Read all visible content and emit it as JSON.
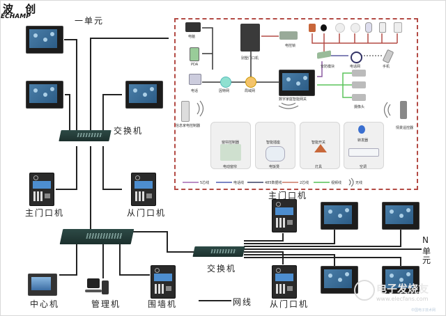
{
  "brand": {
    "name_cn": "波 创",
    "name_en": "ECHAMP"
  },
  "units": {
    "unit_one": "一单元",
    "unit_n": "N\n单\n元",
    "unit_n_letter": "N",
    "unit_n_chars": [
      "单",
      "元"
    ]
  },
  "devices": {
    "switch_top": "交换机",
    "main_door_left": "主门口机",
    "sub_door_left": "从门口机",
    "center": "中心机",
    "manager": "管理机",
    "wall": "围墙机",
    "switch_bottom": "交换机",
    "main_door_right": "主门口机",
    "sub_door_right": "从门口机"
  },
  "legend_main": {
    "line_label": "网线"
  },
  "home_network": {
    "pc": "电脑",
    "pda": "PDA",
    "phone": "电话",
    "router": "因特网",
    "broadband": "局域网",
    "villa_door": "别墅门口机",
    "elock": "电控锁",
    "gateway": "数字家庭智能网关",
    "alarm_module": "安防模块",
    "phone_net": "电话网",
    "mobile": "手机",
    "camera": "摄像头",
    "info_remote": "信息家电控制器",
    "remote": "情景遥控器",
    "cards": [
      {
        "top": "窗帘控制器",
        "bottom": "电动窗帘"
      },
      {
        "top": "智能插座",
        "bottom": "电饭煲"
      },
      {
        "top": "智能开关",
        "bottom": "灯具"
      },
      {
        "top": "转发器",
        "bottom": "空调"
      }
    ],
    "legend": [
      {
        "label": "5芯线",
        "color": "#b98cc4"
      },
      {
        "label": "电话线",
        "color": "#7a84c4"
      },
      {
        "label": "485数据线",
        "color": "#6a6f8a"
      },
      {
        "label": "2芯线",
        "color": "#d79a8a"
      },
      {
        "label": "视频线",
        "color": "#7fd07f"
      },
      {
        "label": "无线",
        "color": "#888888"
      }
    ]
  },
  "watermark": {
    "brand": "电子发烧友",
    "url": "www.elecfans.com",
    "sub": "中国电子技术网"
  }
}
